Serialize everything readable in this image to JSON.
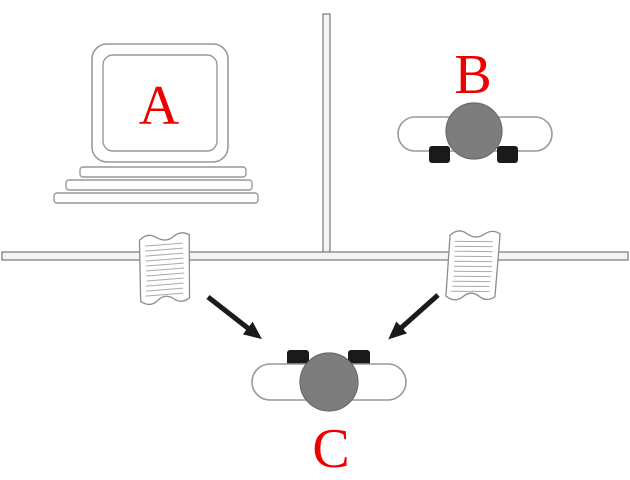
{
  "labels": {
    "a": "A",
    "b": "B",
    "c": "C"
  },
  "colors": {
    "label": "#ee0000",
    "head_fill": "#7d7d7d",
    "head_stroke": "#6a6a6a",
    "outline": "#999999",
    "arrow": "#1a1a1a",
    "hand_fill": "#1a1a1a",
    "wall_fill": "#f4f4f4",
    "wall_stroke": "#777777",
    "paper_line": "#aaaaaa",
    "background": "#ffffff"
  },
  "icons": {
    "computer": "computer-monitor-icon",
    "person_b": "person-top-view-icon",
    "person_c": "person-top-view-icon",
    "papers": "note-paper-icon",
    "arrows": "arrow-icon",
    "walls": "partition-wall"
  }
}
